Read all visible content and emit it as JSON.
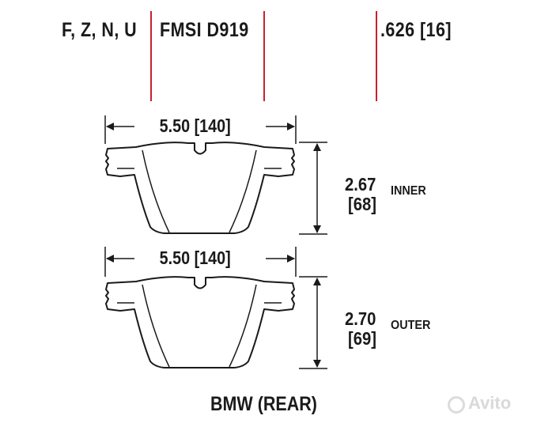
{
  "header": {
    "compounds": "F, Z, N, U",
    "fmsi": "FMSI D919",
    "thickness": ".626 [16]"
  },
  "inner_pad": {
    "width": "5.50 [140]",
    "height_value": "2.67",
    "height_metric": "[68]",
    "label": "INNER"
  },
  "outer_pad": {
    "width": "5.50 [140]",
    "height_value": "2.70",
    "height_metric": "[69]",
    "label": "OUTER"
  },
  "caption": "BMW (REAR)",
  "watermark": {
    "text": "Avito",
    "icon": "avito-logo-icon"
  },
  "colors": {
    "divider": "#c8202e",
    "ink": "#1a1a1a"
  }
}
